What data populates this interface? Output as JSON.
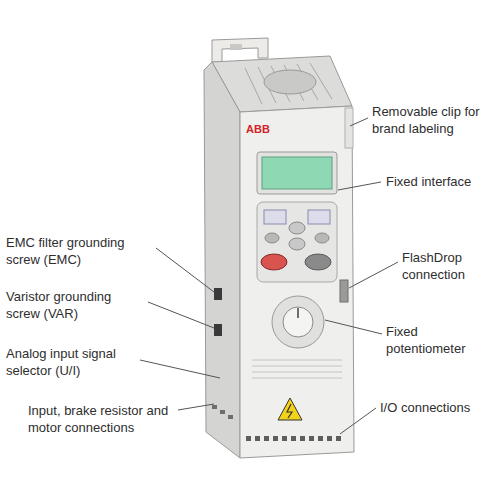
{
  "diagram": {
    "labels": [
      "Removable clip for brand labeling",
      "ABB",
      "Fixed interface",
      "EMC filter grounding screw (EMC)",
      "FlashDrop connection",
      "Varistor grounding screw (VAR)",
      "Fixed potentiometer",
      "Analog input signal selector (U/I)",
      "I/O connections",
      "Input, brake resistor and motor connections"
    ]
  }
}
